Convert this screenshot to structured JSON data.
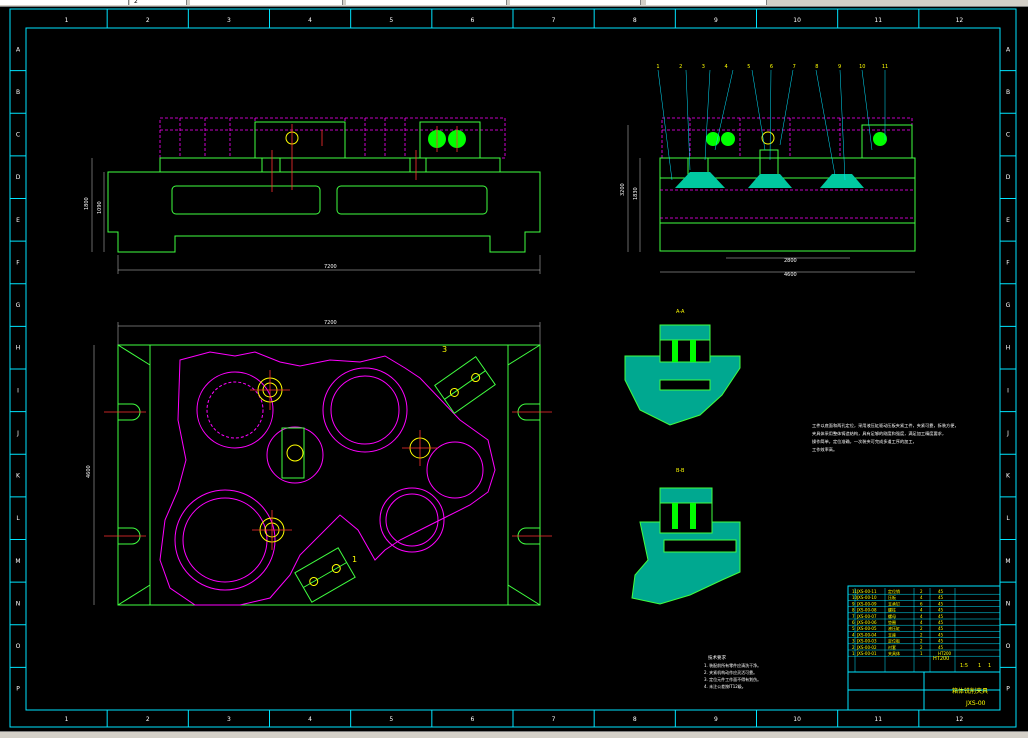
{
  "topbar": {
    "fields": [
      "",
      "2",
      ""
    ]
  },
  "border": {
    "columns": [
      "1",
      "2",
      "3",
      "4",
      "5",
      "6",
      "7",
      "8",
      "9",
      "10",
      "11",
      "12"
    ],
    "rows": [
      "A",
      "B",
      "C",
      "D",
      "E",
      "F",
      "G",
      "H",
      "I",
      "J",
      "K",
      "L",
      "M",
      "N",
      "O",
      "P"
    ]
  },
  "front_view": {
    "dims": [
      "1800",
      "1090",
      "7200"
    ]
  },
  "side_view": {
    "balloons": [
      "1",
      "2",
      "3",
      "4",
      "5",
      "6",
      "7",
      "8",
      "9",
      "10",
      "11"
    ],
    "dims": [
      "3200",
      "1830",
      "2800",
      "4600"
    ]
  },
  "plan_view": {
    "dims": [
      "7200",
      "4600"
    ],
    "callouts": [
      "3",
      "1"
    ]
  },
  "sections": {
    "a_label": "A-A",
    "b_label": "B-B"
  },
  "notes": {
    "title": "技术要求",
    "lines": [
      "1. 装配前所有零件应清洗干净。",
      "2. 夹紧机构动作应灵活可靠。",
      "3. 定位元件工作面不得有划伤。",
      "4. 未注公差按IT12级。"
    ]
  },
  "text_block": {
    "lines": [
      "工件以底面和两孔定位，采用液压缸驱动压板夹紧工件，夹紧可靠，拆装方便，",
      "夹具体采用整体铸造结构，具有足够的刚度和强度，满足加工精度要求，",
      "操作简单，定位准确，一次装夹可完成多道工序的加工，",
      "工作效率高。"
    ]
  },
  "title_block": {
    "rows": [
      {
        "code": "JXS-00-11",
        "name": "定位销",
        "qty": "2",
        "mat": "45"
      },
      {
        "code": "JXS-00-10",
        "name": "压板",
        "qty": "4",
        "mat": "45"
      },
      {
        "code": "JXS-00-09",
        "name": "支承钉",
        "qty": "6",
        "mat": "45"
      },
      {
        "code": "JXS-00-08",
        "name": "螺柱",
        "qty": "4",
        "mat": "45"
      },
      {
        "code": "JXS-00-07",
        "name": "螺母",
        "qty": "4",
        "mat": "45"
      },
      {
        "code": "JXS-00-06",
        "name": "垫圈",
        "qty": "4",
        "mat": "45"
      },
      {
        "code": "JXS-00-05",
        "name": "液压缸",
        "qty": "2",
        "mat": "45"
      },
      {
        "code": "JXS-00-04",
        "name": "支座",
        "qty": "2",
        "mat": "45"
      },
      {
        "code": "JXS-00-03",
        "name": "定位板",
        "qty": "2",
        "mat": "45"
      },
      {
        "code": "JXS-00-02",
        "name": "衬套",
        "qty": "2",
        "mat": "45"
      },
      {
        "code": "JXS-00-01",
        "name": "夹具体",
        "qty": "1",
        "mat": "HT200"
      }
    ],
    "material": "HT200",
    "scale": "1:5",
    "sheet_marks": [
      "1",
      "1"
    ],
    "drawing_name": "箱体铣削夹具",
    "drawing_code": "JXS-00"
  }
}
